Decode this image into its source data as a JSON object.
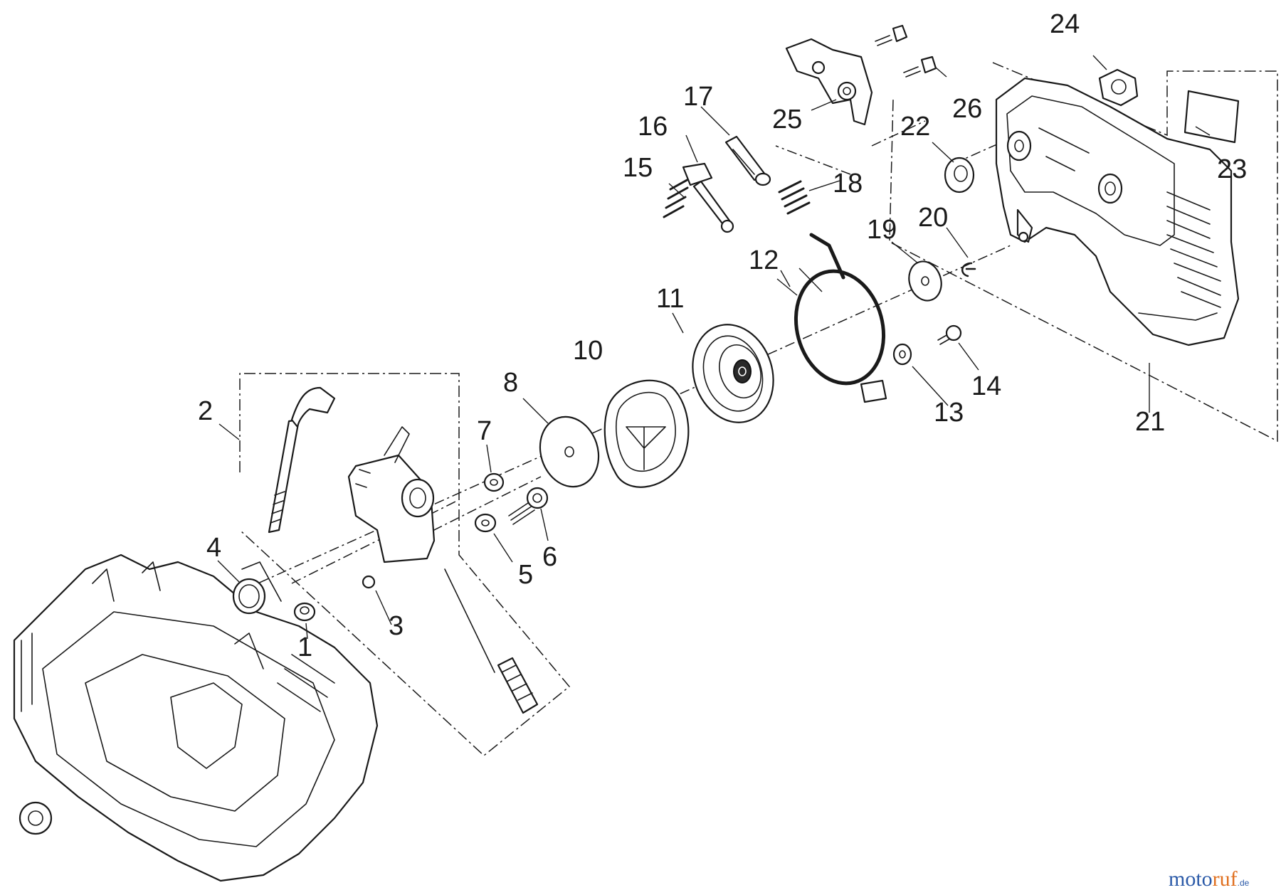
{
  "part_numbers": {
    "p1": "1",
    "p2": "2",
    "p3": "3",
    "p4": "4",
    "p5": "5",
    "p6": "6",
    "p7": "7",
    "p8": "8",
    "p10": "10",
    "p11": "11",
    "p12": "12",
    "p13": "13",
    "p14": "14",
    "p15": "15",
    "p16": "16",
    "p17": "17",
    "p18": "18",
    "p19": "19",
    "p20": "20",
    "p21": "21",
    "p22": "22",
    "p23": "23",
    "p24": "24",
    "p25": "25",
    "p26": "26"
  },
  "watermark": {
    "a": "moto",
    "b": "ruf",
    "c": ".de"
  },
  "colors": {
    "line": "#1a1a1a",
    "watermark_blue": "#2b5aa8",
    "watermark_orange": "#e07020"
  }
}
